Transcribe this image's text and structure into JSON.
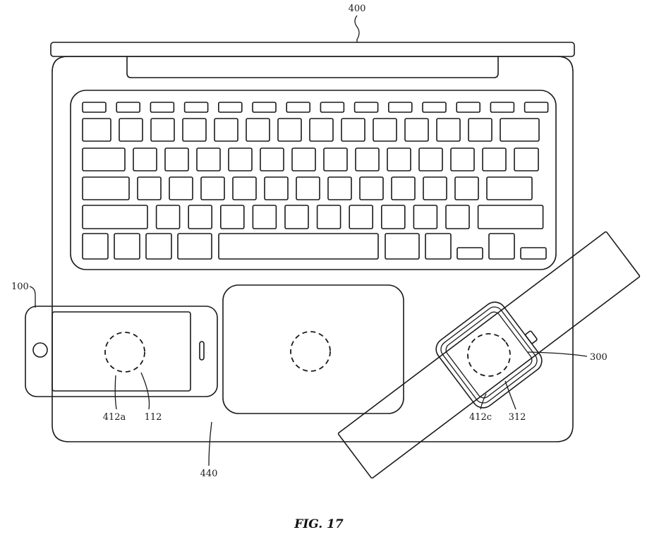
{
  "figure": {
    "caption": "FIG. 17",
    "labels": {
      "laptop": "400",
      "phone": "100",
      "phone_coil": "412a",
      "phone_receiver": "112",
      "surface": "440",
      "watch": "300",
      "watch_coil": "412c",
      "watch_receiver": "312"
    }
  }
}
